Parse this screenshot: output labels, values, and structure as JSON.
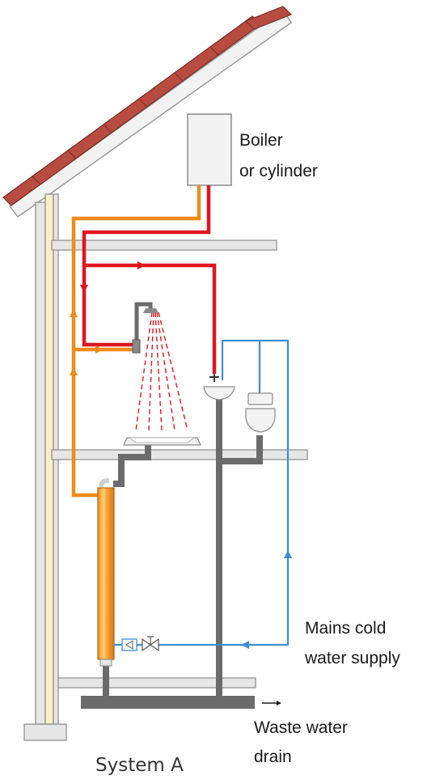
{
  "labels": {
    "boiler_line1": "Boiler",
    "boiler_line2": "or cylinder",
    "mains_line1": "Mains cold",
    "mains_line2": "water supply",
    "waste_line1": "Waste water",
    "waste_line2": "drain",
    "waste_arrow": "→",
    "caption": "System A"
  },
  "colors": {
    "hot_water": "#e0161f",
    "preheated_water": "#ef8a16",
    "cold_water": "#3b8fd0",
    "waste_pipe": "#6b6b6b",
    "roof_tiles": "#b04a3e",
    "structure": "#e6e6e6",
    "insulation": "#f7f0c4"
  },
  "icons": [
    "roof",
    "boiler",
    "shower-head",
    "shower-tray",
    "wash-basin",
    "toilet",
    "heat-exchanger",
    "check-valve",
    "stop-valve"
  ]
}
